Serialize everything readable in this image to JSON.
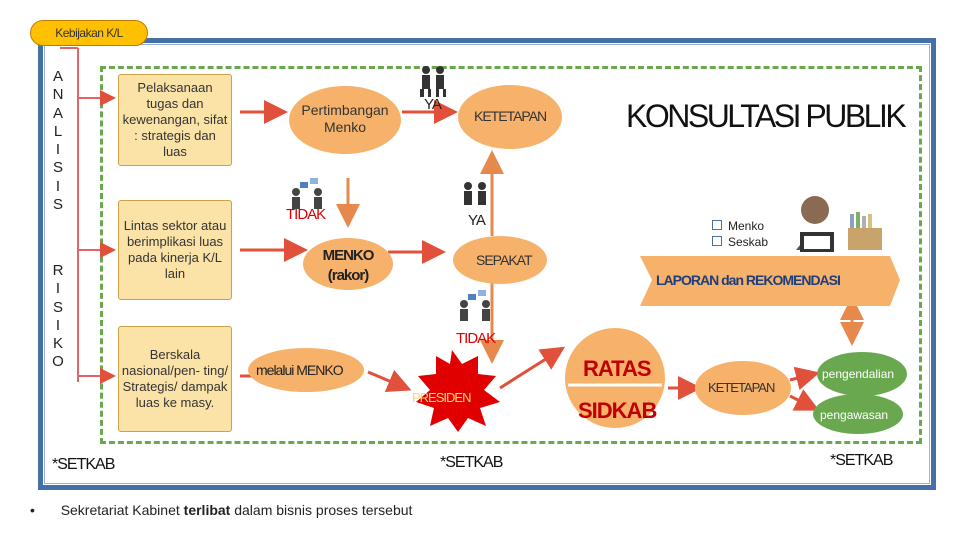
{
  "header": {
    "policy_label": "Kebijakan K/L"
  },
  "vertical": {
    "analisis": [
      "A",
      "N",
      "A",
      "L",
      "I",
      "S",
      "I",
      "S"
    ],
    "risiko": [
      "R",
      "I",
      "S",
      "I",
      "K",
      "O"
    ]
  },
  "categories": [
    {
      "text": "Pelaksanaan tugas dan kewenangan, sifat : strategis dan luas"
    },
    {
      "text": "Lintas sektor atau berimplikasi luas pada kinerja K/L lain"
    },
    {
      "text": "Berskala nasional/pen- ting/ Strategis/ dampak luas ke masy."
    }
  ],
  "flow": {
    "pertimbangan": "Pertimbangan Menko",
    "ya_top": "YA",
    "ketetapan_top": "KETETAPAN",
    "tidak_left": "TIDAK",
    "ya_mid": "YA",
    "menko_rakor": "MENKO (rakor)",
    "sepakat": "SEPAKAT",
    "tidak_mid": "TIDAK",
    "melalui_menko": "melalui MENKO",
    "presiden": "PRESIDEN",
    "ratas": "RATAS",
    "sidkab": "SIDKAB",
    "ketetapan_right": "KETETAPAN",
    "pengendalian": "pengendalian",
    "pengawasan": "pengawasan"
  },
  "konsultasi": "KONSULTASI PUBLIK",
  "checklist": [
    "Menko",
    "Seskab"
  ],
  "laporan": "LAPORAN dan REKOMENDASI",
  "setkab_labels": [
    "*SETKAB",
    "*SETKAB",
    "*SETKAB"
  ],
  "footnote": {
    "bullet": "•",
    "before": "Sekretariat Kabinet ",
    "bold": "terlibat",
    "after": " dalam bisnis proses tersebut"
  },
  "colors": {
    "frame": "#4472a8",
    "dash": "#6aa84f",
    "orange": "#f6b26b",
    "pill": "#ffc000",
    "green": "#6aa84f",
    "red": "#e00000",
    "arrow": "#e0503a"
  }
}
